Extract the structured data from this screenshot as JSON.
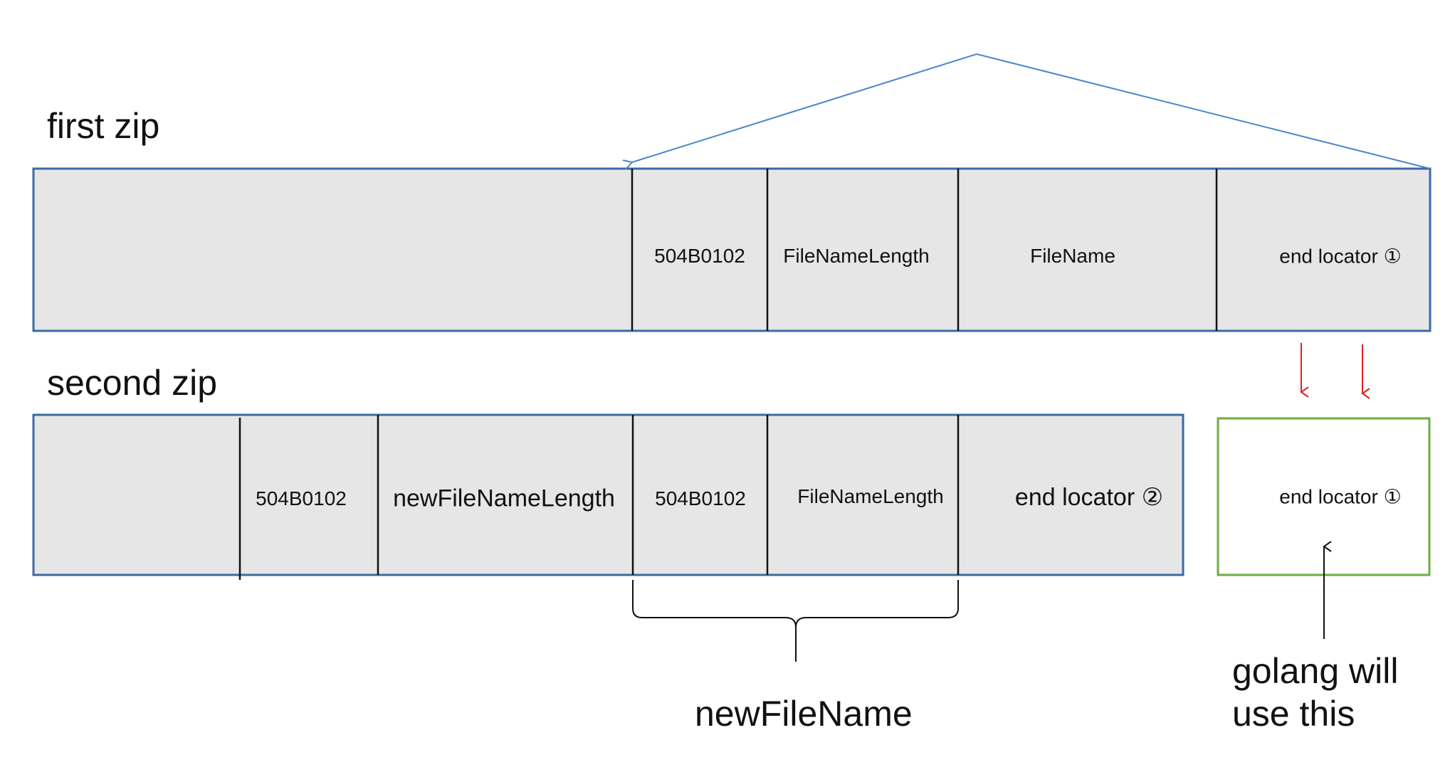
{
  "first_zip": {
    "title": "first zip",
    "cells": {
      "sig": "504B0102",
      "name_length": "FileNameLength",
      "name": "FileName",
      "end_locator": "end locator ①"
    }
  },
  "second_zip": {
    "title": "second zip",
    "cells": {
      "sig": "504B0102",
      "new_name_length": "newFileNameLength",
      "sig2": "504B0102",
      "name_length": "FileNameLength",
      "end_locator": "end locator ②"
    }
  },
  "copied_end_locator": "end locator ①",
  "brace_label": "newFileName",
  "note": {
    "line1": "golang will",
    "line2": "use this"
  },
  "colors": {
    "box_fill": "#e6e6e6",
    "box_border": "#3b6aa3",
    "divider": "#111111",
    "pointer_arrow": "#4a86c8",
    "copy_arrow": "#e02020",
    "copied_box_border": "#6cae3e"
  }
}
